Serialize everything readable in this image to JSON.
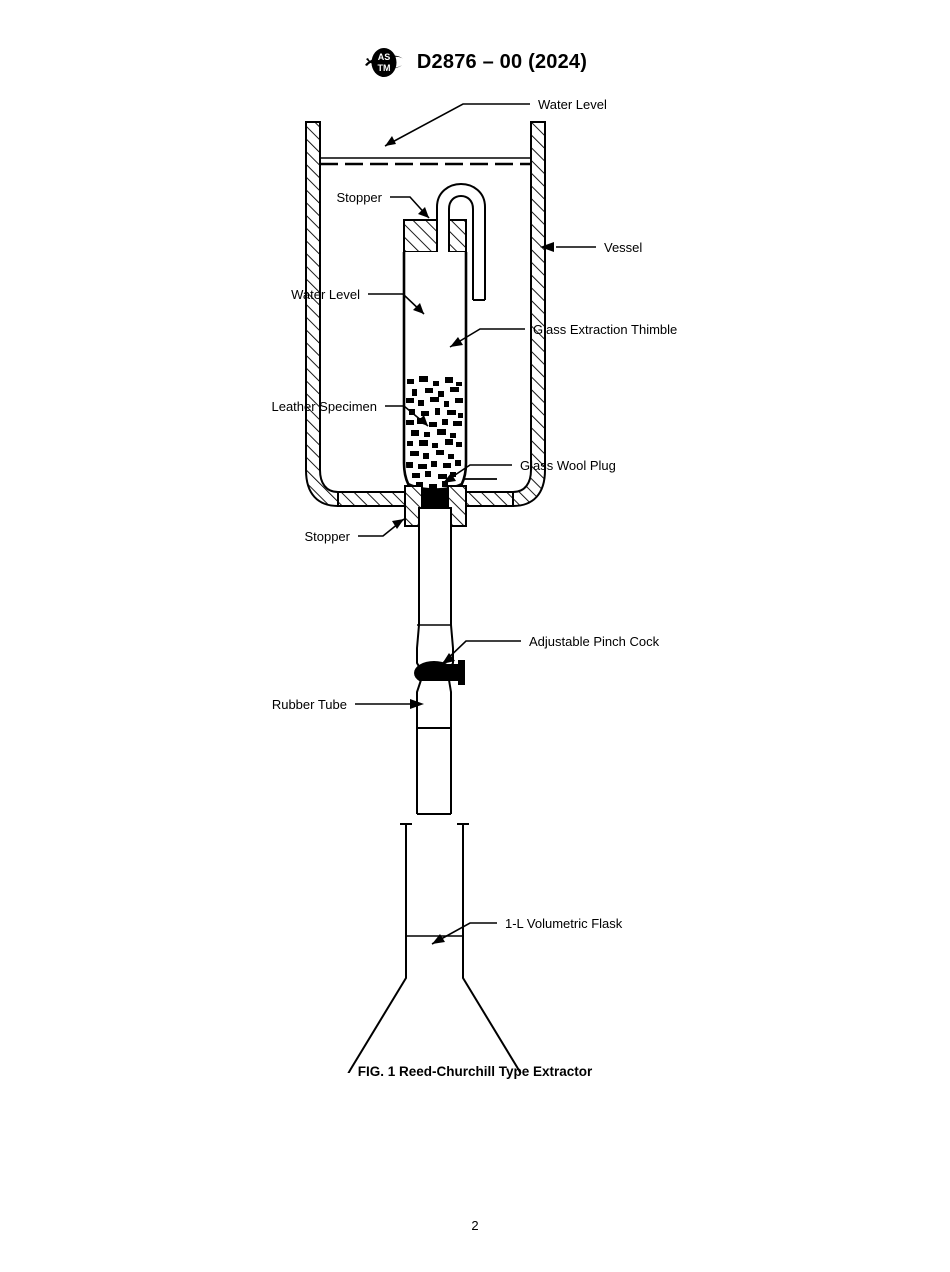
{
  "header": {
    "logo_icon": "astm-logo-icon",
    "title": "D2876 – 00 (2024)"
  },
  "figure": {
    "caption": "FIG. 1  Reed-Churchill Type Extractor",
    "labels": {
      "water_level_top": "Water Level",
      "vessel": "Vessel",
      "stopper_top": "Stopper",
      "water_level_thimble": "Water Level",
      "glass_extraction_thimble": "Glass Extraction Thimble",
      "leather_specimen": "Leather Specimen",
      "glass_wool_plug": "Glass Wool Plug",
      "stopper_bottom": "Stopper",
      "adjustable_pinch_cock": "Adjustable Pinch Cock",
      "rubber_tube": "Rubber Tube",
      "volumetric_flask": "1-L Volumetric Flask"
    }
  },
  "footer": {
    "page_number": "2"
  },
  "colors": {
    "ink": "#000000",
    "paper": "#ffffff"
  }
}
